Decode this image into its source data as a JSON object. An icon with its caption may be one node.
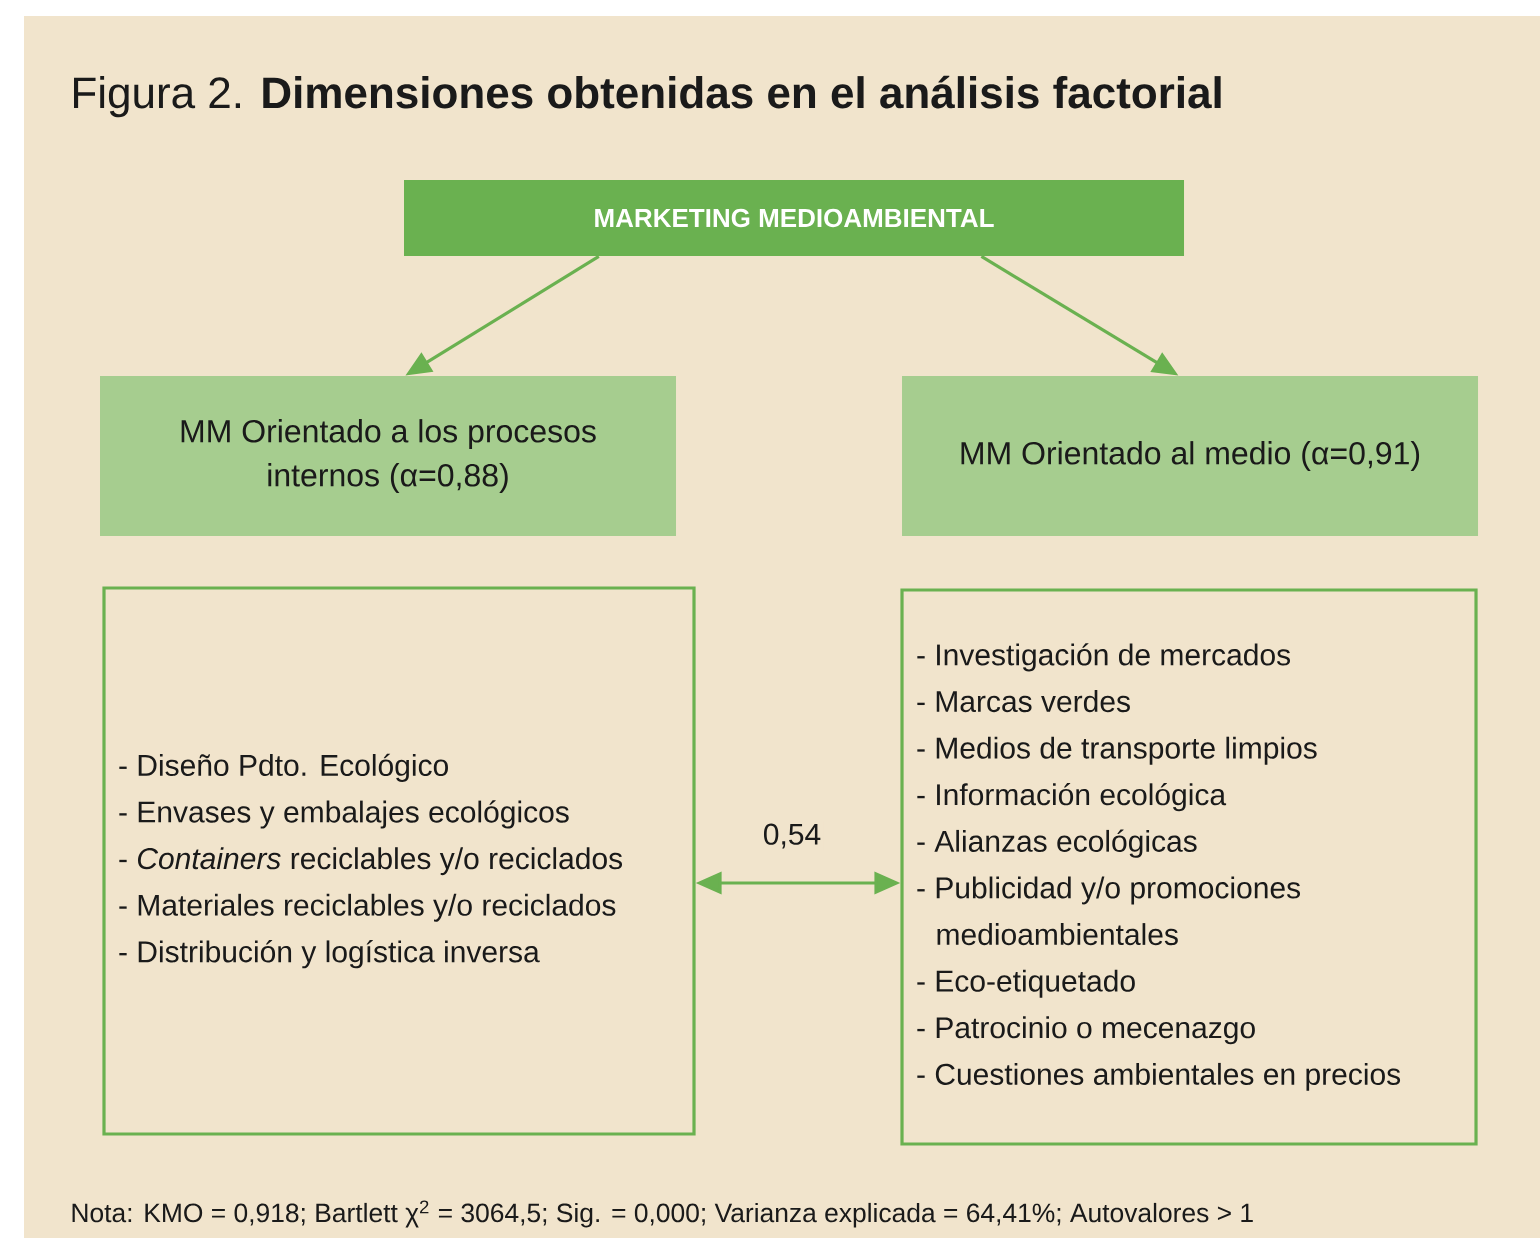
{
  "diagram": {
    "title": "Figura 2. **Dimensiones obtenidas en el análisis factorial**",
    "nodes": [
      {
        "text": [
          "MARKETING MEDIOAMBIENTAL"
        ]
      },
      {
        "text": [
          "MM Orientado a los procesos internos (α=0,88)"
        ]
      },
      {
        "text": [
          "MM Orientado al medio (α=0,91)"
        ]
      },
      {
        "text": [
          "- Diseño Pdto. Ecológico",
          "- Envases y embalajes ecológicos",
          "- *Containers* reciclables y/o reciclados",
          "- Materiales reciclables y/o reciclados",
          "- Distribución y logística inversa"
        ]
      },
      {
        "text": [
          "- Investigación de mercados",
          "- Marcas verdes",
          "- Medios de transporte limpios",
          "- Información ecológica",
          "- Alianzas ecológicas",
          "- Publicidad y/o promociones medioambientales",
          "- Eco-etiquetado",
          "- Patrocinio o mecenazgo",
          "- Cuestiones ambientales en precios"
        ]
      }
    ],
    "edges": [
      {
        "from": 0,
        "to": 1,
        "arrow": "to"
      },
      {
        "from": 0,
        "to": 2,
        "arrow": "to"
      },
      {
        "from": 3,
        "to": 4,
        "arrow": "both",
        "label": "0,54"
      }
    ],
    "caption": "Nota: KMO = 0,918; Bartlett χ$^{2}$ = 3064,5; Sig. = 0,000; Varianza explicada = 64,41%; Autovalores > 1"
  }
}
